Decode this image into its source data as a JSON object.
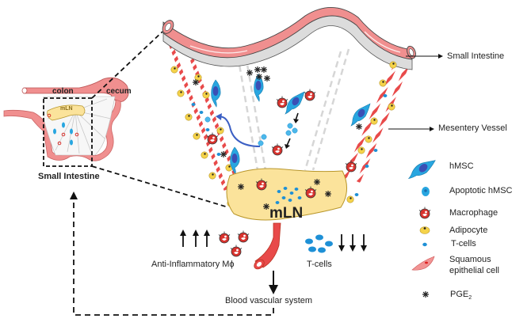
{
  "figure": {
    "inset": {
      "colon_label": "colon",
      "cecum_label": "cecum",
      "mln_label": "mLN",
      "caption": "Small Intestine"
    },
    "main": {
      "mln_label": "mLN",
      "small_intestine_label": "Small Intestine",
      "mesentery_vessel_label": "Mesentery Vessel",
      "anti_inflammatory_label": "Anti-Inflammatory M",
      "anti_inflammatory_symbol": "ϕ",
      "anti_inflammatory_trend": "increase",
      "tcells_label": "T-cells",
      "tcells_trend": "decrease",
      "blood_label": "Blood vascular system"
    },
    "legend": {
      "items": [
        {
          "label": "hMSC",
          "icon": "hmsc-icon"
        },
        {
          "label": "Apoptotic hMSC",
          "icon": "apoptotic-hmsc-icon"
        },
        {
          "label": "Macrophage",
          "icon": "macrophage-icon"
        },
        {
          "label": "Adipocyte",
          "icon": "adipocyte-icon"
        },
        {
          "label": "T-cells",
          "icon": "t-cell-icon"
        },
        {
          "label": "Squamous",
          "icon": "squamous-epithelial-cell-icon"
        },
        {
          "label": "epithelial cell",
          "icon": ""
        },
        {
          "label": "PGE",
          "icon": "pge2-icon"
        }
      ],
      "pge_subscript": "2"
    },
    "colors": {
      "intestine": "#f08f8f",
      "intestine_edge": "#d4d4d4",
      "mln": "#fbe39b",
      "hmsc": "#28a6e0",
      "hmsc_nucleus": "#3a4fb5",
      "macrophage": "#d8332e",
      "adipocyte": "#f5d34a",
      "tcell": "#1e90d6",
      "vessel": "#e84a4a"
    }
  }
}
